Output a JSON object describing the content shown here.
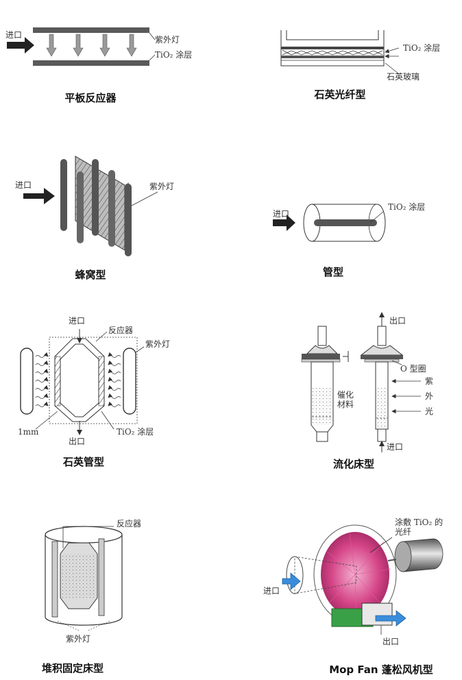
{
  "captions": {
    "flat_plate": "平板反应器",
    "quartz_fiber": "石英光纤型",
    "honeycomb": "蜂窝型",
    "tube": "管型",
    "quartz_tube": "石英管型",
    "fluidized_bed": "流化床型",
    "packed_bed": "堆积固定床型",
    "mop_fan": "Mop Fan 蓬松风机型"
  },
  "labels": {
    "inlet": "进口",
    "outlet": "出口",
    "uv_lamp": "紫外灯",
    "tio2_coating": "TiO₂ 涂层",
    "quartz_glass": "石英玻璃",
    "reactor": "反应器",
    "one_mm": "1mm",
    "o_ring": "O 型圈",
    "catalyst_material": [
      "催化",
      "材料"
    ],
    "uv_vertical": [
      "紫",
      "外",
      "光"
    ],
    "tio2_coated_fiber": [
      "涂敷 TiO₂ 的",
      "光纤"
    ]
  },
  "colors": {
    "lamp": "#555555",
    "arrow_fill": "#9a9a9a",
    "inlet_arrow": "#222222",
    "blue_arrow": "#3a8ddb",
    "magenta_fiber": "#d0307a",
    "green_box": "#3aa048"
  }
}
